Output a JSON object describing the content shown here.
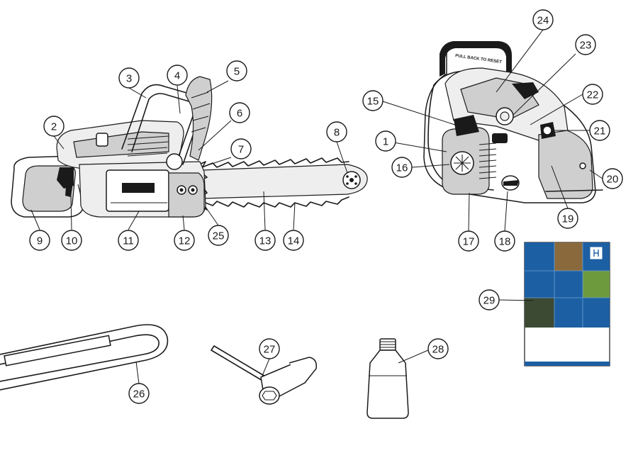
{
  "diagram": {
    "handle_label": "PULL BACK TO RESET",
    "callouts": [
      "1",
      "2",
      "3",
      "4",
      "5",
      "6",
      "7",
      "8",
      "9",
      "10",
      "11",
      "12",
      "13",
      "14",
      "15",
      "16",
      "17",
      "18",
      "19",
      "20",
      "21",
      "22",
      "23",
      "24",
      "25",
      "26",
      "27",
      "28",
      "29"
    ]
  },
  "manual_cover": {
    "colors": [
      "#1d5fa3",
      "#2b73b8",
      "#3a86c8",
      "#0f4a86"
    ]
  }
}
